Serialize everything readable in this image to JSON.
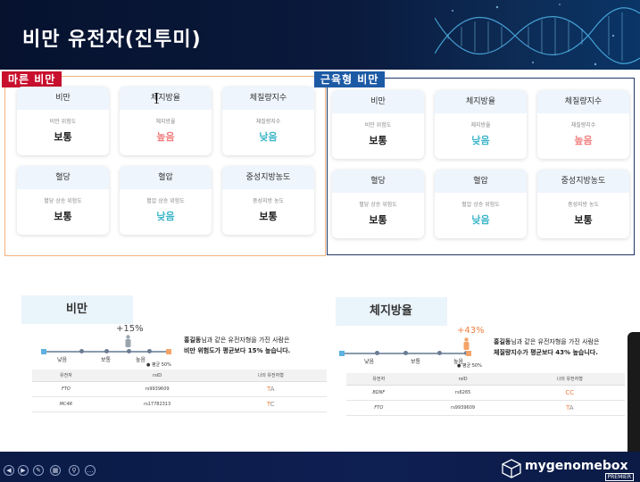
{
  "header": {
    "title": "비만 유전자(진투미)"
  },
  "left_panel": {
    "tag": "마른 비만",
    "cards": [
      {
        "title": "비만",
        "sub": "비만 위험도",
        "value": "보통",
        "level": "normal"
      },
      {
        "title": "체지방율",
        "sub": "체지방율",
        "value": "높음",
        "level": "high"
      },
      {
        "title": "체질량지수",
        "sub": "체질량지수",
        "value": "낮음",
        "level": "low"
      },
      {
        "title": "혈당",
        "sub": "혈당 상승 위험도",
        "value": "보통",
        "level": "normal"
      },
      {
        "title": "혈압",
        "sub": "혈압 상승 위험도",
        "value": "낮음",
        "level": "low"
      },
      {
        "title": "중성지방농도",
        "sub": "중성지방 농도",
        "value": "보통",
        "level": "normal"
      }
    ]
  },
  "right_panel": {
    "tag": "근육형 비만",
    "cards": [
      {
        "title": "비만",
        "sub": "비만 위험도",
        "value": "보통",
        "level": "normal"
      },
      {
        "title": "체지방율",
        "sub": "체지방율",
        "value": "낮음",
        "level": "low"
      },
      {
        "title": "체질량지수",
        "sub": "체질량지수",
        "value": "높음",
        "level": "high"
      },
      {
        "title": "혈당",
        "sub": "혈당 상승 위험도",
        "value": "보통",
        "level": "normal"
      },
      {
        "title": "혈압",
        "sub": "혈압 상승 위험도",
        "value": "낮음",
        "level": "low"
      },
      {
        "title": "중성지방농도",
        "sub": "중성지방 농도",
        "value": "보통",
        "level": "normal"
      }
    ]
  },
  "bottom_left": {
    "title": "비만",
    "percent": "+15%",
    "gauge": {
      "low": "낮음",
      "normal": "보통",
      "high": "높음",
      "avg": "● 평균 50%"
    },
    "desc_line1_name": "홍길동",
    "desc_line1_rest": "님과 같은 유전자형을 가진 사람은",
    "desc_line2": "비만 위험도가 평균보다 15% 높습니다.",
    "table": {
      "headers": [
        "유전자",
        "rsID",
        "나의 유전자형"
      ],
      "rows": [
        {
          "gene": "FTO",
          "rsid": "rs9939609",
          "g1": "T",
          "g2": "A"
        },
        {
          "gene": "MC4R",
          "rsid": "rs17782313",
          "g1": "T",
          "g2": "C"
        }
      ]
    }
  },
  "bottom_right": {
    "title": "체지방율",
    "percent": "+43%",
    "gauge": {
      "low": "낮음",
      "normal": "보통",
      "high": "높음",
      "avg": "● 평균 50%"
    },
    "desc_line1_name": "홍길동",
    "desc_line1_rest": "님과 같은 유전자형을 가진 사람은",
    "desc_line2": "체질량지수가 평균보다 43% 높습니다.",
    "table": {
      "headers": [
        "유전자",
        "rsID",
        "나의 유전자형"
      ],
      "rows": [
        {
          "gene": "BDNF",
          "rsid": "rs6265",
          "g1": "C",
          "g2": "C"
        },
        {
          "gene": "FTO",
          "rsid": "rs9939609",
          "g1": "T",
          "g2": "A"
        }
      ]
    }
  },
  "footer": {
    "logo": "mygenomebox",
    "badge": "PREMIER"
  },
  "colors": {
    "high": "#f07f7f",
    "low": "#3cb6c9",
    "normal": "#222222",
    "accent_red": "#c8102e",
    "accent_blue": "#1d5aa5"
  }
}
